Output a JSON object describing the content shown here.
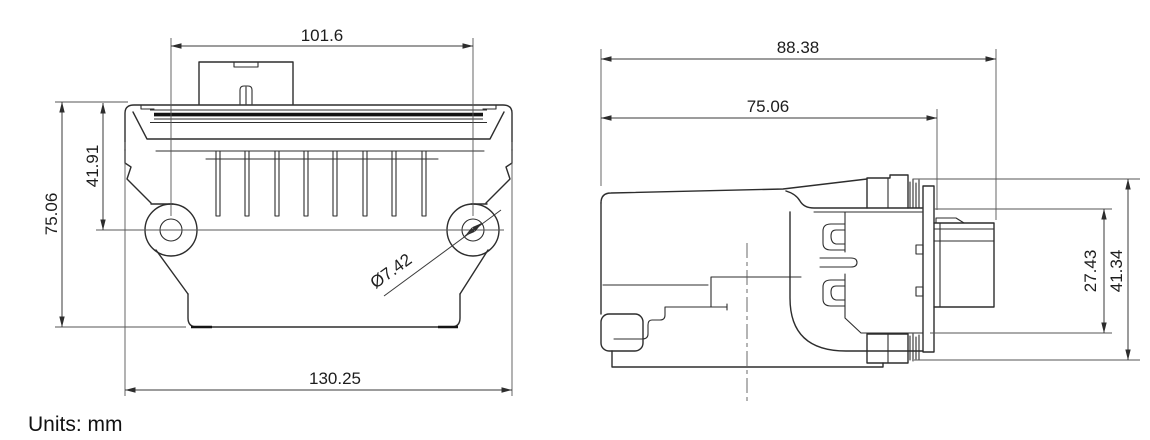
{
  "drawing": {
    "background": "#ffffff",
    "line_color": "#2d2d2d",
    "units_label": "Units: mm",
    "front_view": {
      "dimensions": {
        "connector_width_mm": "101.6",
        "upper_body_height_mm": "41.91",
        "overall_height_mm": "75.06",
        "overall_width_mm": "130.25",
        "mounting_hole_diameter_mm": "Ø7.42"
      }
    },
    "side_view": {
      "dimensions": {
        "overall_depth_mm": "88.38",
        "body_depth_mm": "75.06",
        "connector_inner_height_mm": "27.43",
        "connector_outer_height_mm": "41.34"
      }
    }
  }
}
